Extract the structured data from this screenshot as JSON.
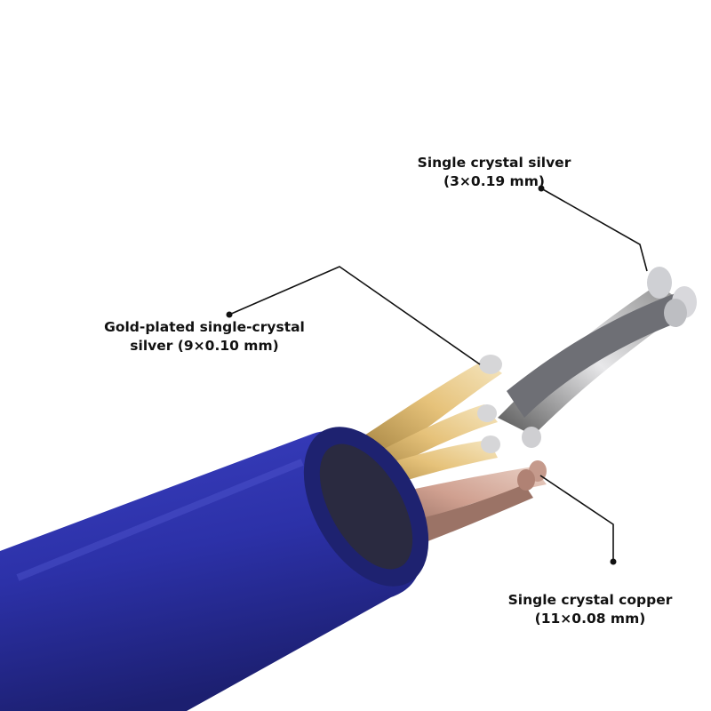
{
  "labels": {
    "silver": {
      "line1": "Single crystal silver",
      "line2": "(3×0.19 mm)"
    },
    "gold": {
      "line1": "Gold-plated single-crystal",
      "line2": "silver (9×0.10 mm)"
    },
    "copper": {
      "line1": "Single crystal copper",
      "line2": "(11×0.08 mm)"
    }
  },
  "colors": {
    "jacket": "#2a2f9e",
    "gold": "#d2a95a",
    "silver": "#b9bcc2",
    "copper": "#b98a78"
  }
}
